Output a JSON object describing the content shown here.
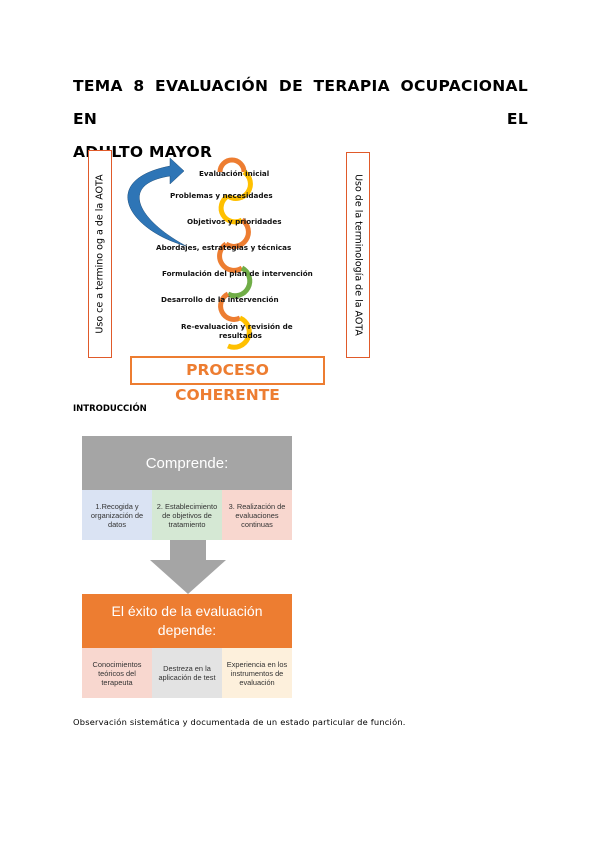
{
  "title": {
    "line1": "TEMA 8 EVALUACIÓN DE TERAPIA OCUPACIONAL EN EL",
    "line2": "ADULTO MAYOR"
  },
  "process": {
    "left_box": "Uso ce a termino og a de la AOTA",
    "right_box": "Uso de la terminología de la AOTA",
    "steps": [
      "Evaluación inicial",
      "Problemas y necesidades",
      "Objetivos y prioridades",
      "Abordajes, estrategias y técnicas",
      "Formulación del plan de intervención",
      "Desarrollo de la intervención",
      "Re-evaluación y revisión de",
      "resultados"
    ],
    "banner": "PROCESO COHERENTE",
    "colors": {
      "orange": "#ed7d31",
      "yellow": "#ffc000",
      "green": "#70ad47",
      "blue": "#2e75b6"
    }
  },
  "intro": {
    "heading": "INTRODUCCIÓN",
    "comprende": "Comprende:",
    "comprende_items": [
      "1.Recogida y organización de datos",
      "2. Establecimiento de objetivos de tratamiento",
      "3. Realización de evaluaciones continuas"
    ],
    "exito_line1": "El éxito de la evaluación",
    "exito_line2": "depende:",
    "exito_items": [
      "Conocimientos teóricos del terapeuta",
      "Destreza en la aplicación de test",
      "Experiencia en los instrumentos de evaluación"
    ],
    "colors": {
      "gray": "#a5a5a5",
      "orange": "#ed7d31",
      "cell1": "#dae3f3",
      "cell2": "#d5e8d4",
      "cell3": "#f8d7cf",
      "cell4": "#f8d7cf",
      "cell5": "#e3e3e3",
      "cell6": "#fdf0dc"
    }
  },
  "paragraph": "Observación sistemática y documentada de un estado particular de función."
}
